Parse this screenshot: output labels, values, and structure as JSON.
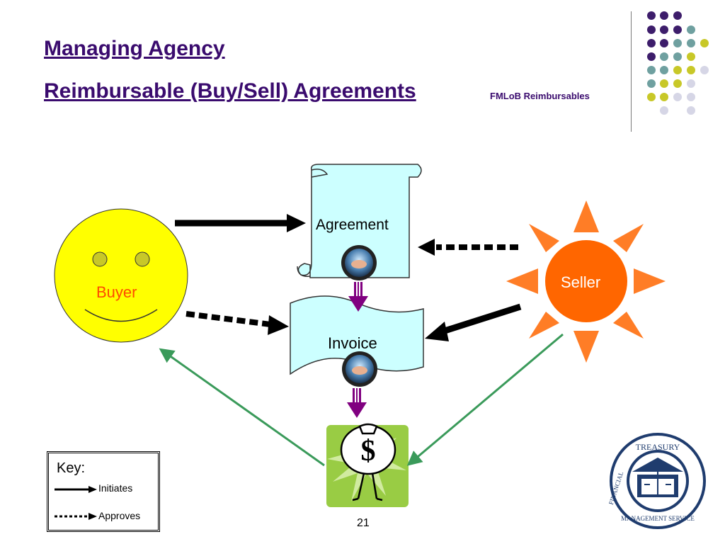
{
  "header": {
    "title_line1": "Managing Agency",
    "title_line2": "Reimbursable (Buy/Sell) Agreements",
    "subtitle": "FMLoB Reimbursables"
  },
  "diagram": {
    "buyer": "Buyer",
    "seller": "Seller",
    "agreement": "Agreement",
    "invoice": "Invoice",
    "money_symbol": "$"
  },
  "key": {
    "title": "Key:",
    "initiates": "Initiates",
    "approves": "Approves"
  },
  "seal": {
    "top_text": "TREASURY",
    "left_text": "FINANCIAL",
    "bottom_text": "MANAGEMENT SERVICE"
  },
  "footer": {
    "page_number": "21"
  },
  "colors": {
    "title": "#3a0b6e",
    "buyer_face": "#ffff00",
    "sun": "#ff6600",
    "scroll": "#ccffff",
    "initiate_arrow": "#000000",
    "flow_arrow": "#800080",
    "payment_arrow": "#3a9a5a",
    "money_bg": "#99cc44"
  }
}
